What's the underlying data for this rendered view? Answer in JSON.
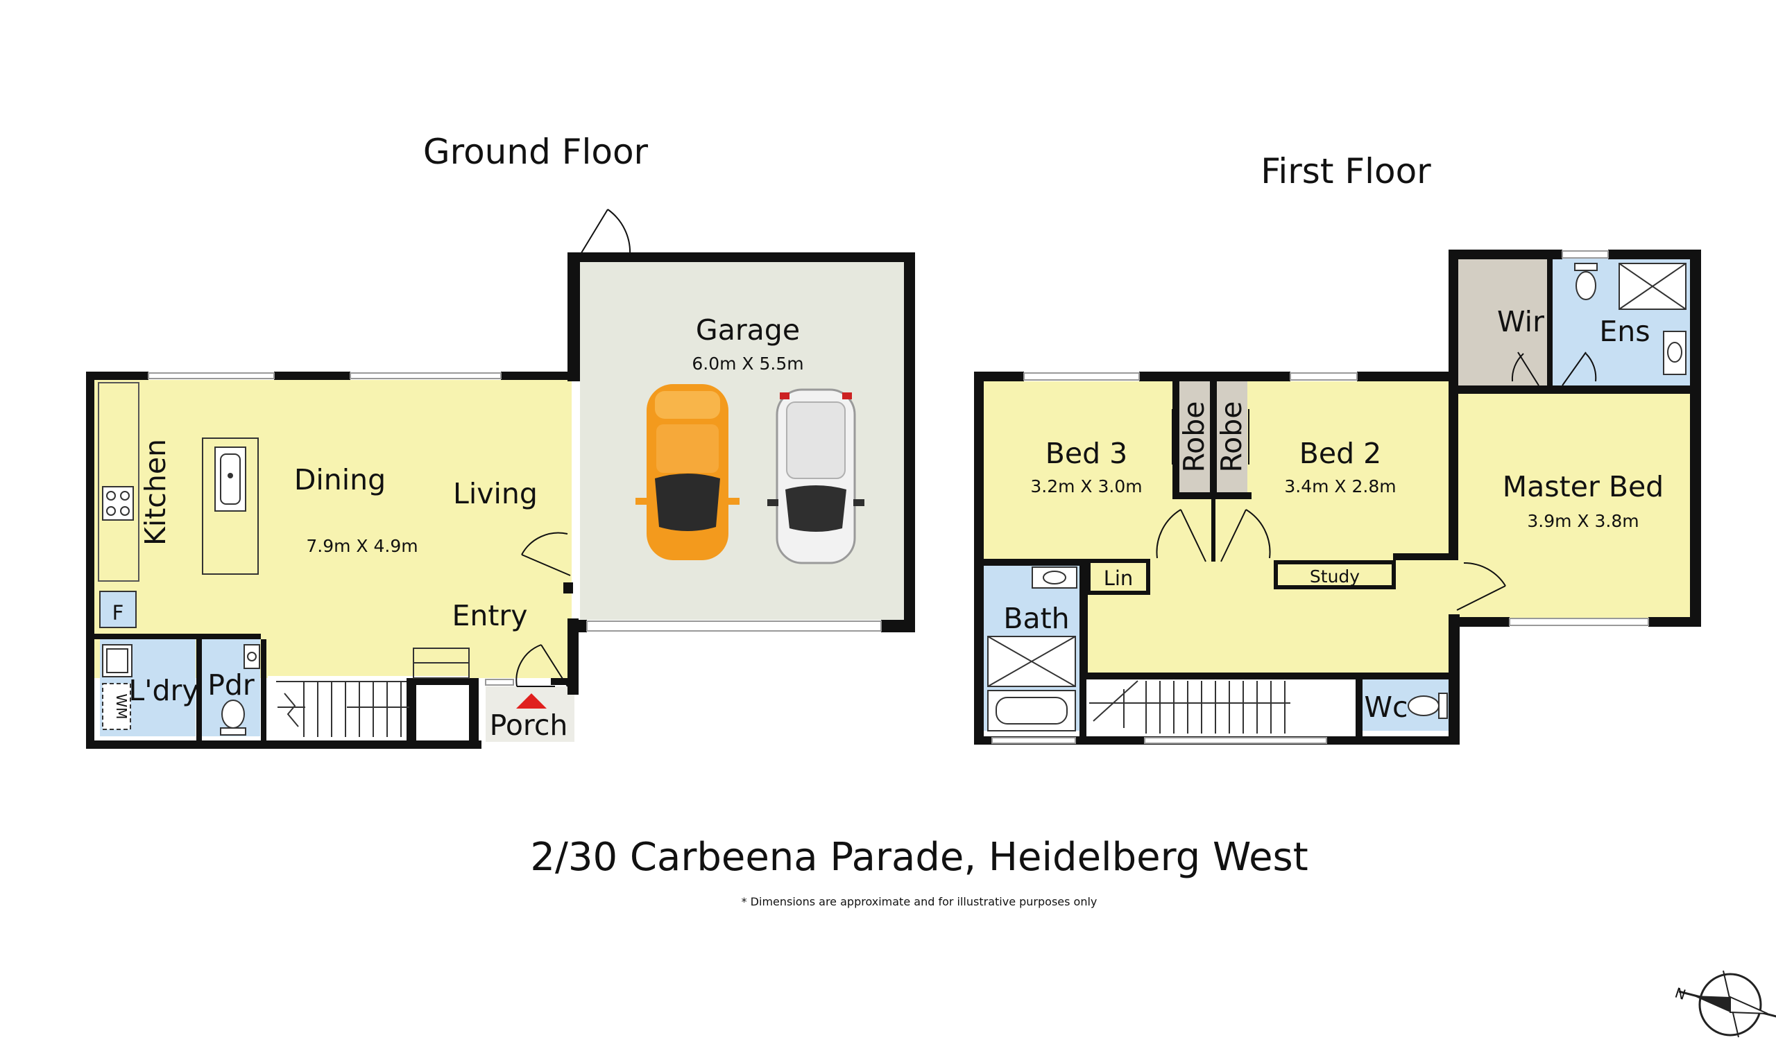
{
  "ground_floor": {
    "title": "Ground Floor",
    "rooms": {
      "garage": {
        "name": "Garage",
        "dim": "6.0m X 5.5m"
      },
      "dining": {
        "name": "Dining",
        "dim": "7.9m X 4.9m"
      },
      "living": {
        "name": "Living"
      },
      "kitchen": {
        "name": "Kitchen"
      },
      "fridge": {
        "name": "F"
      },
      "entry": {
        "name": "Entry"
      },
      "porch": {
        "name": "Porch"
      },
      "laundry": {
        "name": "L'dry"
      },
      "powder": {
        "name": "Pdr"
      },
      "washing_machine": {
        "name": "WM"
      }
    }
  },
  "first_floor": {
    "title": "First Floor",
    "rooms": {
      "bed3": {
        "name": "Bed 3",
        "dim": "3.2m X 3.0m"
      },
      "bed2": {
        "name": "Bed 2",
        "dim": "3.4m X 2.8m"
      },
      "master": {
        "name": "Master Bed",
        "dim": "3.9m X 3.8m"
      },
      "robe1": {
        "name": "Robe"
      },
      "robe2": {
        "name": "Robe"
      },
      "wir": {
        "name": "Wir"
      },
      "ens": {
        "name": "Ens"
      },
      "lin": {
        "name": "Lin"
      },
      "study": {
        "name": "Study"
      },
      "bath": {
        "name": "Bath"
      },
      "wc": {
        "name": "Wc"
      }
    }
  },
  "address": "2/30 Carbeena Parade, Heidelberg West",
  "disclaimer": "* Dimensions are approximate and for illustrative purposes only",
  "compass": {
    "label": "N"
  },
  "colors": {
    "wall": "#111111",
    "living_yellow": "#f7f3b0",
    "wet_blue": "#c7dff3",
    "garage_grey": "#e6e8de",
    "wir_grey": "#d3cec3",
    "porch_grey": "#ecece6",
    "car_orange": "#f39a1d",
    "car_white": "#f2f2f2",
    "entry_marker": "#e0201e"
  }
}
